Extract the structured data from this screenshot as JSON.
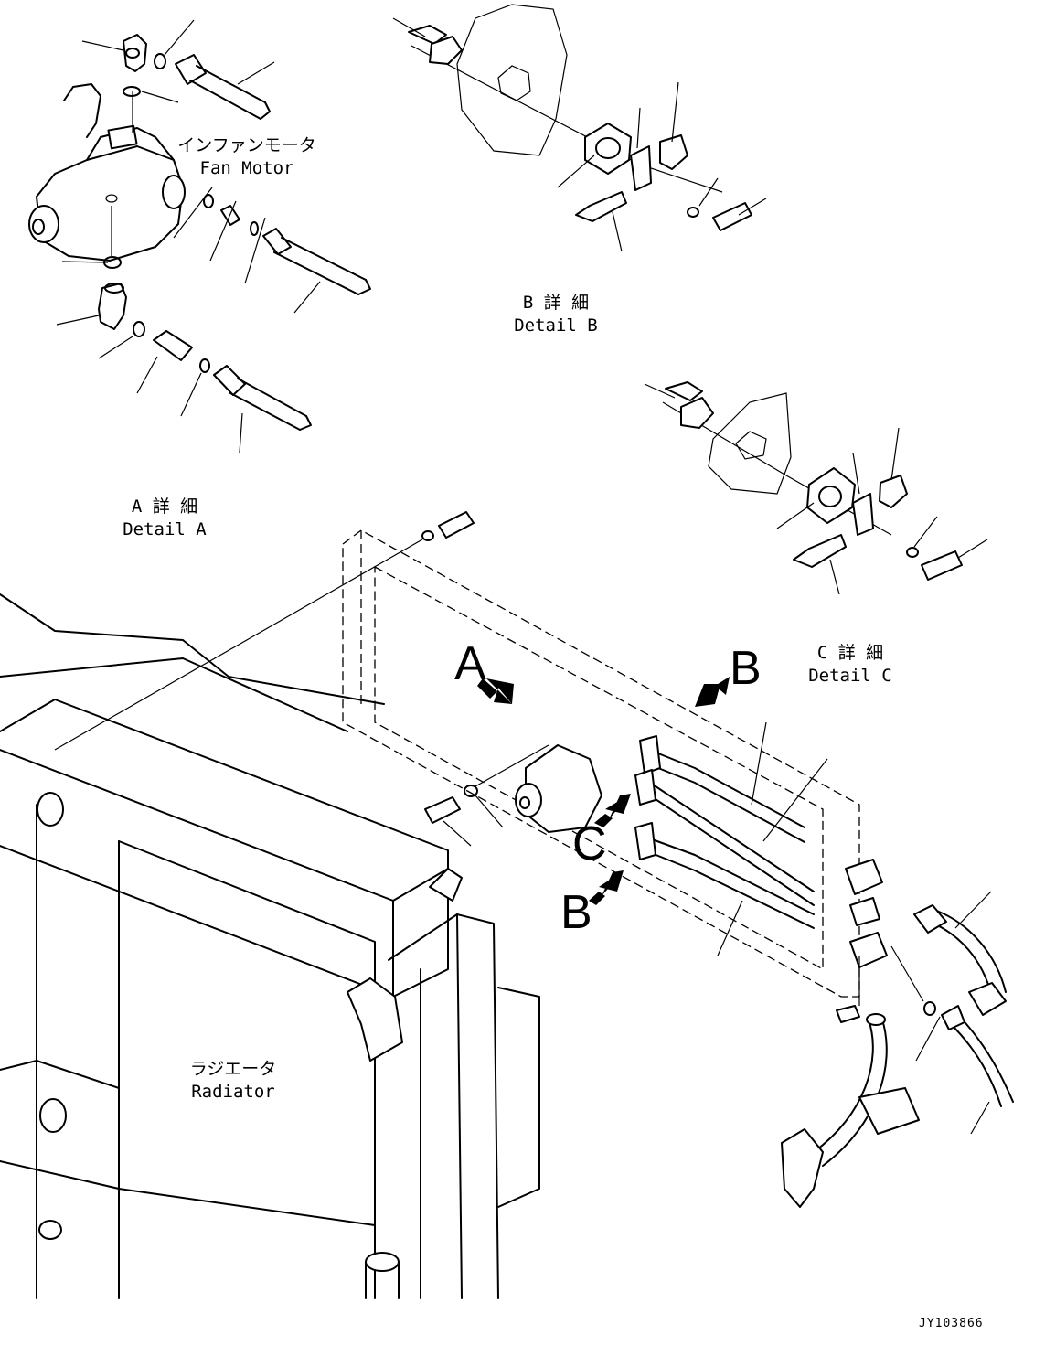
{
  "labels": {
    "fan_motor_jp": "インファンモータ",
    "fan_motor_en": "Fan Motor",
    "detail_b_jp": "B 詳 細",
    "detail_b_en": "Detail B",
    "detail_a_jp": "A 詳 細",
    "detail_a_en": "Detail A",
    "detail_c_jp": "C 詳 細",
    "detail_c_en": "Detail C",
    "radiator_jp": "ラジエータ",
    "radiator_en": "Radiator"
  },
  "view_markers": {
    "a": "A",
    "b_top": "B",
    "c": "C",
    "b_bottom": "B"
  },
  "drawing_code": "JY103866"
}
